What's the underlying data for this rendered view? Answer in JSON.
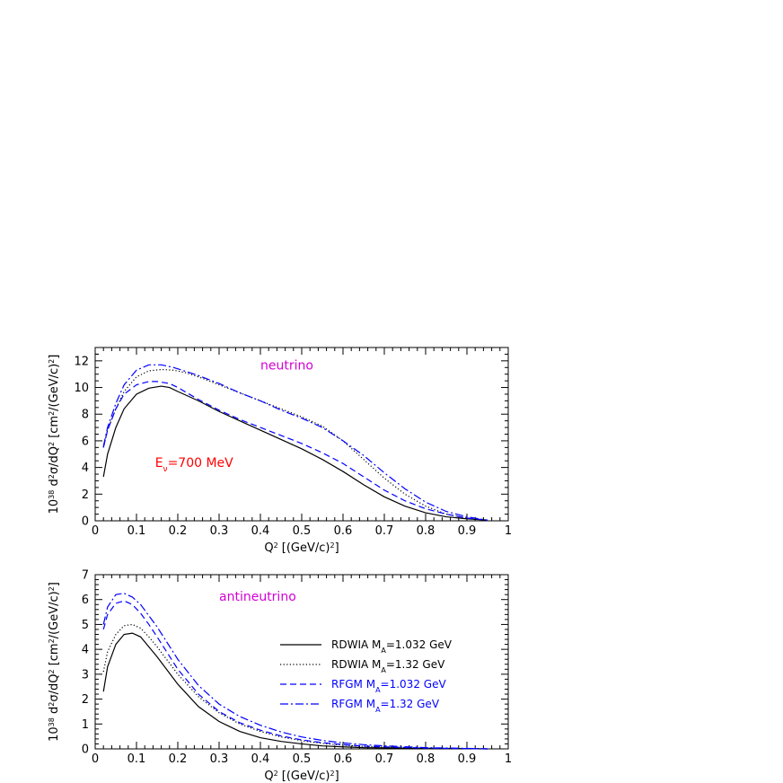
{
  "chart_data": [
    {
      "type": "line",
      "panel_label": "neutrino",
      "annotation": "Eν=700 MeV",
      "xlabel": "Q² [(GeV/c)²]",
      "ylabel": "10³⁸ d²σ/dQ² [cm²/(GeV/c)²]",
      "xlim": [
        0,
        1
      ],
      "ylim": [
        0,
        13
      ],
      "xticks": [
        "0",
        "0.1",
        "0.2",
        "0.3",
        "0.4",
        "0.5",
        "0.6",
        "0.7",
        "0.8",
        "0.9",
        "1"
      ],
      "yticks": [
        "0",
        "2",
        "4",
        "6",
        "8",
        "10",
        "12"
      ],
      "colors": {
        "annotation": "#ff0000",
        "panel_label": "#d400d4"
      },
      "series": [
        {
          "name": "RDWIA MA=1.032 GeV",
          "color": "#000000",
          "dash": "solid",
          "x": [
            0.02,
            0.03,
            0.05,
            0.07,
            0.1,
            0.13,
            0.16,
            0.18,
            0.2,
            0.25,
            0.3,
            0.35,
            0.4,
            0.45,
            0.5,
            0.55,
            0.6,
            0.65,
            0.7,
            0.75,
            0.8,
            0.85,
            0.9,
            0.95
          ],
          "y": [
            3.3,
            5.0,
            7.0,
            8.4,
            9.5,
            9.95,
            10.1,
            10.0,
            9.7,
            9.0,
            8.2,
            7.5,
            6.8,
            6.1,
            5.4,
            4.6,
            3.7,
            2.7,
            1.8,
            1.1,
            0.6,
            0.3,
            0.15,
            0.05
          ]
        },
        {
          "name": "RDWIA MA=1.32 GeV",
          "color": "#000000",
          "dash": "dotted",
          "x": [
            0.02,
            0.03,
            0.05,
            0.07,
            0.1,
            0.13,
            0.16,
            0.19,
            0.22,
            0.25,
            0.3,
            0.35,
            0.4,
            0.45,
            0.5,
            0.55,
            0.6,
            0.65,
            0.7,
            0.75,
            0.8,
            0.85,
            0.9,
            0.95
          ],
          "y": [
            5.5,
            6.8,
            8.4,
            9.7,
            10.8,
            11.25,
            11.35,
            11.3,
            11.1,
            10.8,
            10.2,
            9.6,
            9.0,
            8.4,
            7.8,
            7.1,
            6.0,
            4.6,
            3.2,
            2.0,
            1.1,
            0.5,
            0.2,
            0.05
          ]
        },
        {
          "name": "RFGM MA=1.032 GeV",
          "color": "#0000ff",
          "dash": "dashed",
          "x": [
            0.02,
            0.03,
            0.05,
            0.07,
            0.1,
            0.13,
            0.15,
            0.18,
            0.2,
            0.25,
            0.3,
            0.35,
            0.4,
            0.45,
            0.5,
            0.55,
            0.6,
            0.65,
            0.7,
            0.75,
            0.8,
            0.85,
            0.9,
            0.95
          ],
          "y": [
            5.5,
            6.8,
            8.4,
            9.5,
            10.2,
            10.45,
            10.45,
            10.3,
            10.0,
            9.1,
            8.3,
            7.6,
            7.0,
            6.4,
            5.8,
            5.1,
            4.3,
            3.3,
            2.3,
            1.5,
            0.9,
            0.5,
            0.2,
            0.05
          ]
        },
        {
          "name": "RFGM MA=1.32 GeV",
          "color": "#0000ff",
          "dash": "dashdot",
          "x": [
            0.02,
            0.03,
            0.05,
            0.07,
            0.1,
            0.13,
            0.16,
            0.19,
            0.22,
            0.25,
            0.3,
            0.35,
            0.4,
            0.45,
            0.5,
            0.55,
            0.6,
            0.65,
            0.7,
            0.75,
            0.8,
            0.85,
            0.9,
            0.95
          ],
          "y": [
            5.6,
            7.0,
            8.8,
            10.2,
            11.3,
            11.7,
            11.7,
            11.5,
            11.2,
            10.9,
            10.3,
            9.6,
            9.0,
            8.3,
            7.7,
            7.0,
            6.0,
            4.9,
            3.6,
            2.4,
            1.4,
            0.7,
            0.3,
            0.05
          ]
        }
      ]
    },
    {
      "type": "line",
      "panel_label": "antineutrino",
      "xlabel": "Q² [(GeV/c)²]",
      "ylabel": "10³⁸ d²σ/dQ² [cm²/(GeV/c)²]",
      "xlim": [
        0,
        1
      ],
      "ylim": [
        0,
        7
      ],
      "xticks": [
        "0",
        "0.1",
        "0.2",
        "0.3",
        "0.4",
        "0.5",
        "0.6",
        "0.7",
        "0.8",
        "0.9",
        "1"
      ],
      "yticks": [
        "0",
        "1",
        "2",
        "3",
        "4",
        "5",
        "6",
        "7"
      ],
      "colors": {
        "panel_label": "#d400d4"
      },
      "legend": "center-right",
      "series": [
        {
          "name": "RDWIA MA=1.032 GeV",
          "color": "#000000",
          "dash": "solid",
          "x": [
            0.02,
            0.03,
            0.05,
            0.07,
            0.09,
            0.11,
            0.13,
            0.15,
            0.2,
            0.25,
            0.3,
            0.35,
            0.4,
            0.45,
            0.5,
            0.55,
            0.6,
            0.65,
            0.7,
            0.8,
            0.9,
            0.95
          ],
          "y": [
            2.3,
            3.3,
            4.2,
            4.6,
            4.65,
            4.5,
            4.1,
            3.7,
            2.6,
            1.7,
            1.1,
            0.7,
            0.45,
            0.3,
            0.2,
            0.12,
            0.08,
            0.05,
            0.04,
            0.02,
            0.01,
            0.0
          ]
        },
        {
          "name": "RDWIA MA=1.32 GeV",
          "color": "#000000",
          "dash": "dotted",
          "x": [
            0.02,
            0.03,
            0.05,
            0.07,
            0.09,
            0.11,
            0.13,
            0.15,
            0.2,
            0.25,
            0.3,
            0.35,
            0.4,
            0.45,
            0.5,
            0.55,
            0.6,
            0.65,
            0.7,
            0.8,
            0.9,
            0.95
          ],
          "y": [
            3.1,
            3.9,
            4.6,
            4.95,
            5.0,
            4.85,
            4.5,
            4.1,
            3.0,
            2.1,
            1.45,
            1.0,
            0.7,
            0.48,
            0.33,
            0.22,
            0.15,
            0.1,
            0.07,
            0.03,
            0.01,
            0.0
          ]
        },
        {
          "name": "RFGM MA=1.032 GeV",
          "color": "#0000ff",
          "dash": "dashed",
          "x": [
            0.02,
            0.03,
            0.05,
            0.07,
            0.09,
            0.11,
            0.13,
            0.15,
            0.2,
            0.25,
            0.3,
            0.35,
            0.4,
            0.45,
            0.5,
            0.55,
            0.6,
            0.65,
            0.7,
            0.8,
            0.9,
            0.95
          ],
          "y": [
            4.8,
            5.4,
            5.85,
            5.95,
            5.8,
            5.45,
            5.0,
            4.5,
            3.2,
            2.2,
            1.5,
            1.05,
            0.75,
            0.52,
            0.36,
            0.25,
            0.17,
            0.11,
            0.08,
            0.03,
            0.01,
            0.0
          ]
        },
        {
          "name": "RFGM MA=1.32 GeV",
          "color": "#0000ff",
          "dash": "dashdot",
          "x": [
            0.02,
            0.03,
            0.05,
            0.07,
            0.09,
            0.11,
            0.13,
            0.15,
            0.2,
            0.25,
            0.3,
            0.35,
            0.4,
            0.45,
            0.5,
            0.55,
            0.6,
            0.65,
            0.7,
            0.8,
            0.9,
            0.95
          ],
          "y": [
            5.0,
            5.7,
            6.2,
            6.25,
            6.1,
            5.8,
            5.35,
            4.9,
            3.6,
            2.55,
            1.8,
            1.3,
            0.95,
            0.68,
            0.48,
            0.34,
            0.24,
            0.17,
            0.12,
            0.05,
            0.02,
            0.0
          ]
        }
      ]
    }
  ]
}
